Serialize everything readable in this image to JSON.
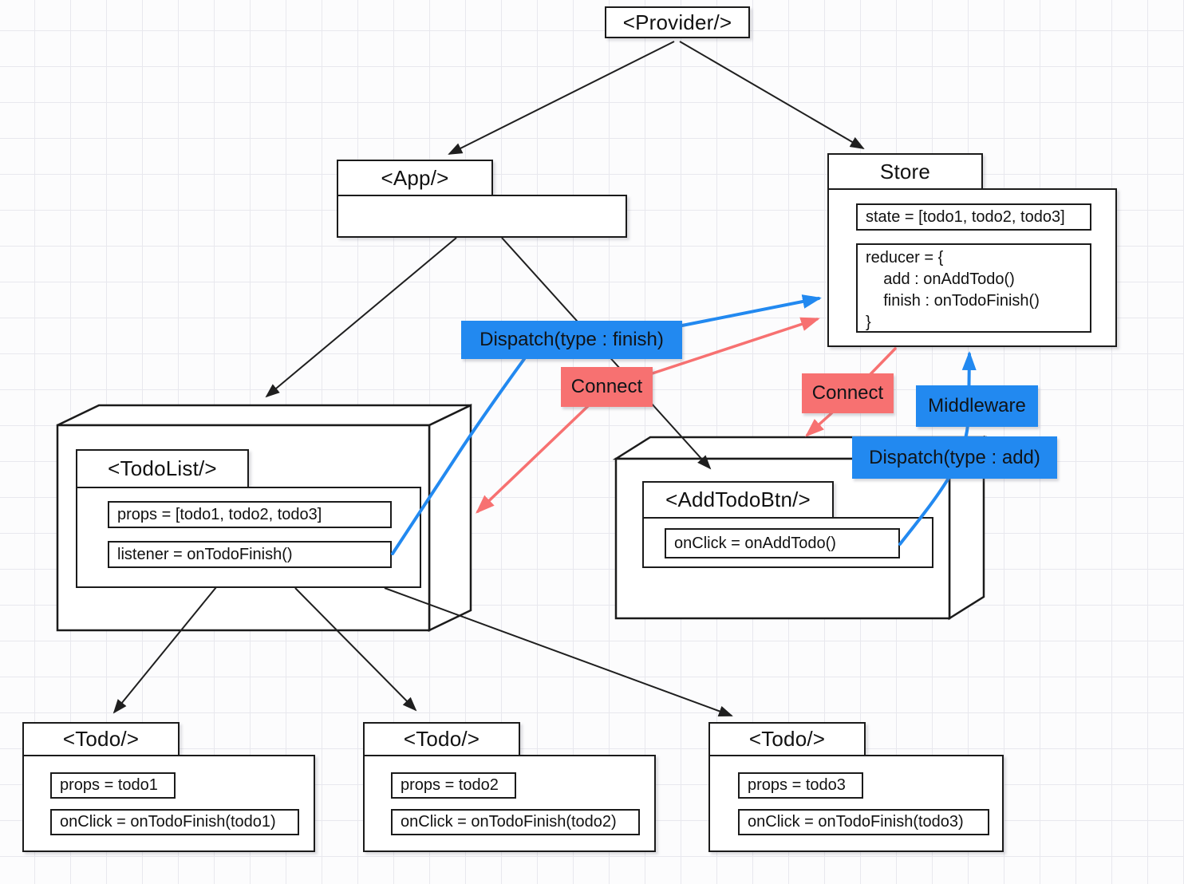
{
  "diagram": {
    "provider": {
      "title": "<Provider/>"
    },
    "app": {
      "title": "<App/>"
    },
    "store": {
      "title": "Store",
      "state": "state = [todo1, todo2, todo3]",
      "reducer": "reducer = {\n    add : onAddTodo()\n    finish : onTodoFinish()\n}"
    },
    "todo_list": {
      "title": "<TodoList/>",
      "props": "props = [todo1, todo2, todo3]",
      "listener": "listener = onTodoFinish()"
    },
    "add_todo_btn": {
      "title": "<AddTodoBtn/>",
      "on_click": "onClick = onAddTodo()"
    },
    "todos": [
      {
        "title": "<Todo/>",
        "props": "props = todo1",
        "on_click": "onClick = onTodoFinish(todo1)"
      },
      {
        "title": "<Todo/>",
        "props": "props = todo2",
        "on_click": "onClick = onTodoFinish(todo2)"
      },
      {
        "title": "<Todo/>",
        "props": "props = todo3",
        "on_click": "onClick = onTodoFinish(todo3)"
      }
    ],
    "labels": {
      "dispatch_finish": "Dispatch(type : finish)",
      "connect_left": "Connect",
      "connect_right": "Connect",
      "middleware": "Middleware",
      "dispatch_add": "Dispatch(type : add)"
    },
    "colors": {
      "action_blue": "#2289f0",
      "connect_red": "#f77171",
      "line_black": "#1f1f1f",
      "box_border": "#1b1b1b"
    }
  }
}
